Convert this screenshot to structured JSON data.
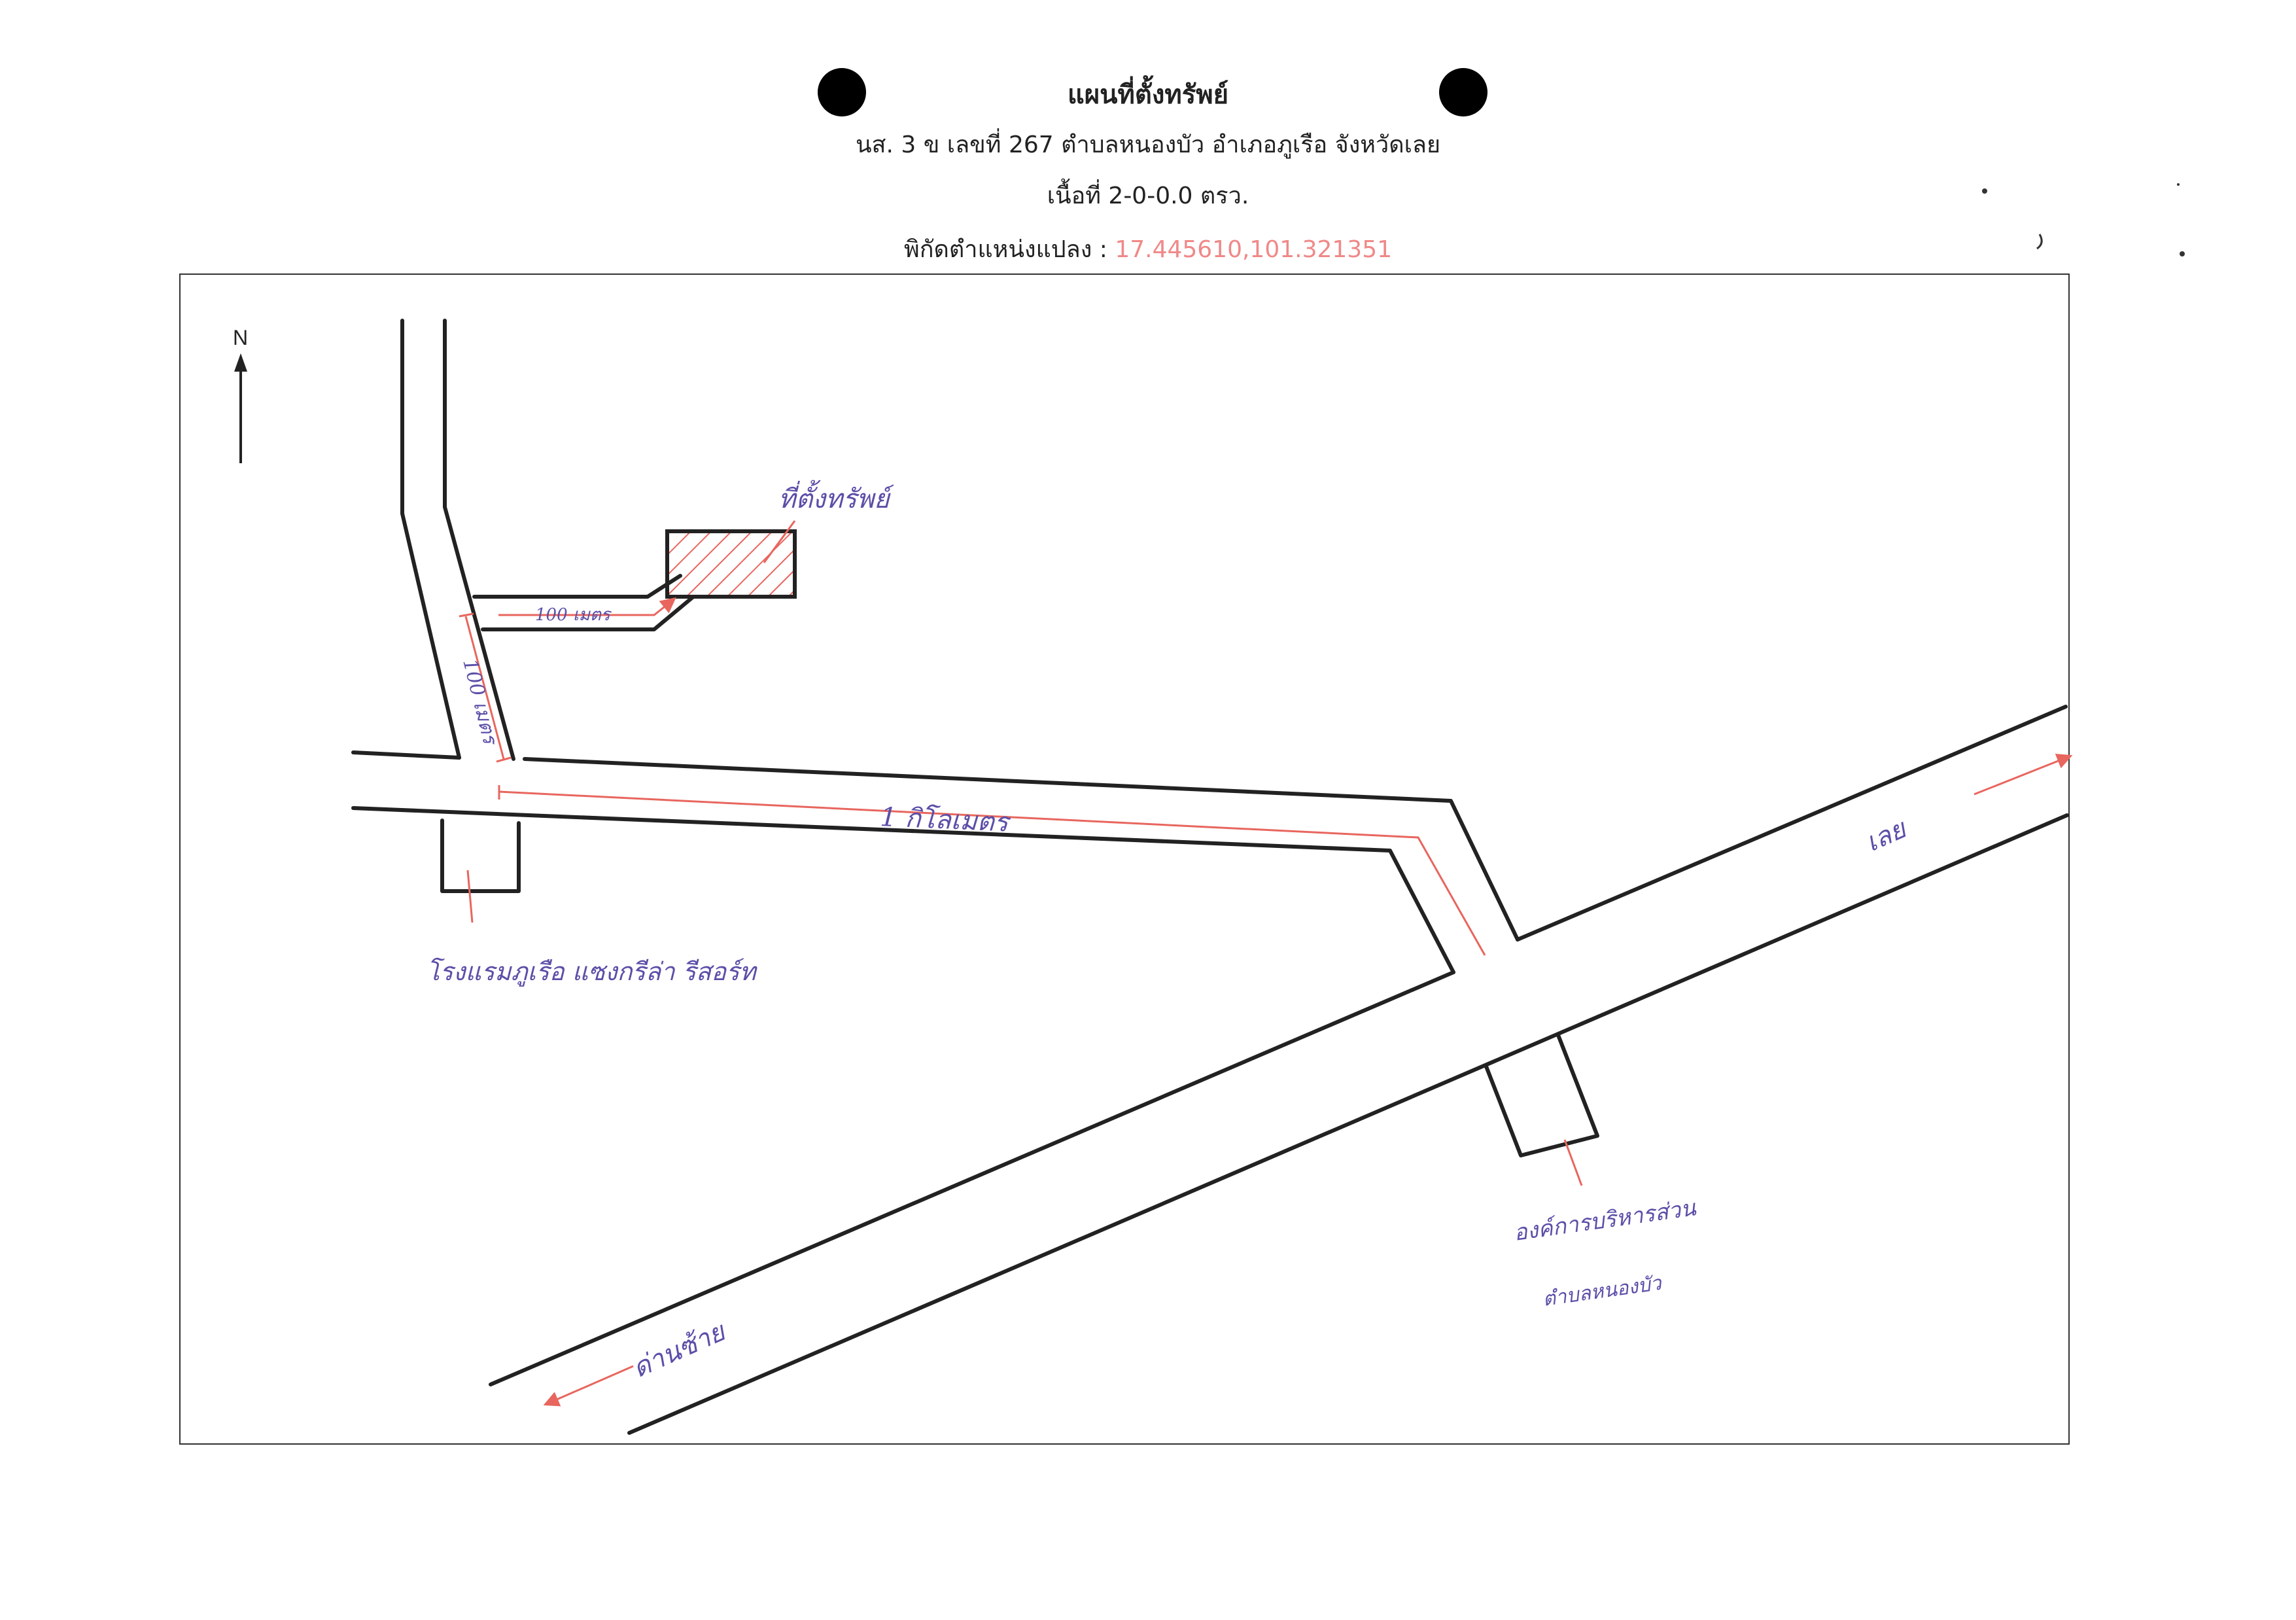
{
  "header": {
    "title": "แผนที่ตั้งทรัพย์",
    "subtitle": "นส. 3 ข เลขที่ 267 ตำบลหนองบัว อำเภอภูเรือ จังหวัดเลย",
    "area": "เนื้อที่ 2-0-0.0 ตรว.",
    "coord_label": "พิกัดตำแหน่งแปลง :",
    "coord_value": "17.445610,101.321351"
  },
  "map": {
    "north": "N",
    "labels": {
      "property": "ที่ตั้งทรัพย์",
      "dist_side": "100 เมตร",
      "dist_main": "100 เมตร",
      "dist_long": "1 กิโลเมตร",
      "to_loei": "เลย",
      "to_dansai": "ด่านซ้าย",
      "hotel": "โรงแรมภูเรือ แซงกรีล่า รีสอร์ท",
      "office_line1": "องค์การบริหารส่วน",
      "office_line2": "ตำบลหนองบัว"
    },
    "colors": {
      "road": "#222222",
      "route": "#e8665e",
      "handwriting": "#5b4fa8",
      "coord": "#f08888"
    }
  }
}
